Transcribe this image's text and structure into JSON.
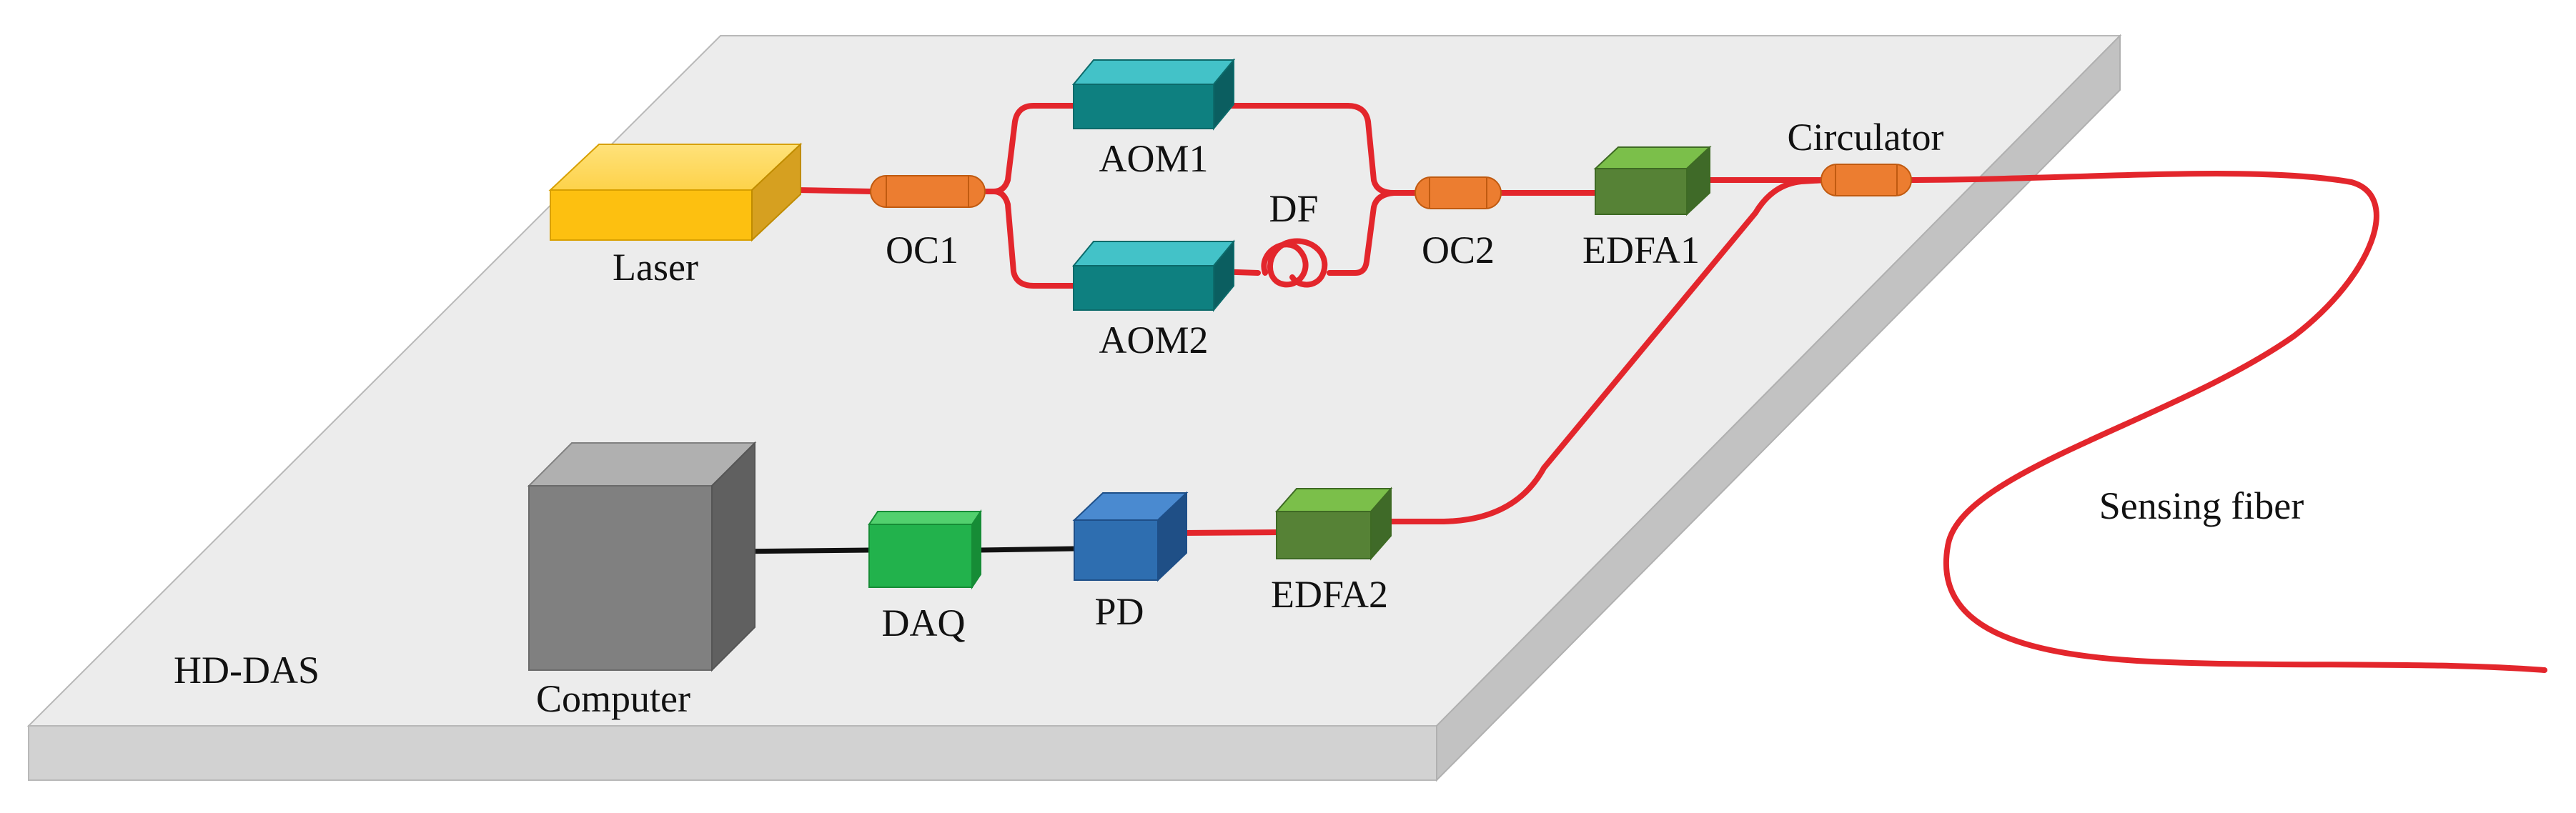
{
  "labels": {
    "laser": "Laser",
    "oc1": "OC1",
    "aom1": "AOM1",
    "aom2": "AOM2",
    "df": "DF",
    "oc2": "OC2",
    "edfa1": "EDFA1",
    "circulator": "Circulator",
    "sensing_fiber": "Sensing fiber",
    "computer": "Computer",
    "daq": "DAQ",
    "pd": "PD",
    "edfa2": "EDFA2",
    "system": "HD-DAS"
  },
  "colors": {
    "fiber": "#e3262c",
    "cable": "#111111",
    "board_top": "#ececec",
    "board_side": "#cfcfcf",
    "laser": "#fdc010",
    "aom": "#0e8080",
    "edfa": "#568236",
    "coupler": "#ec7d30",
    "pd": "#2e6eb0",
    "daq": "#22b24c",
    "computer": "#808080"
  }
}
